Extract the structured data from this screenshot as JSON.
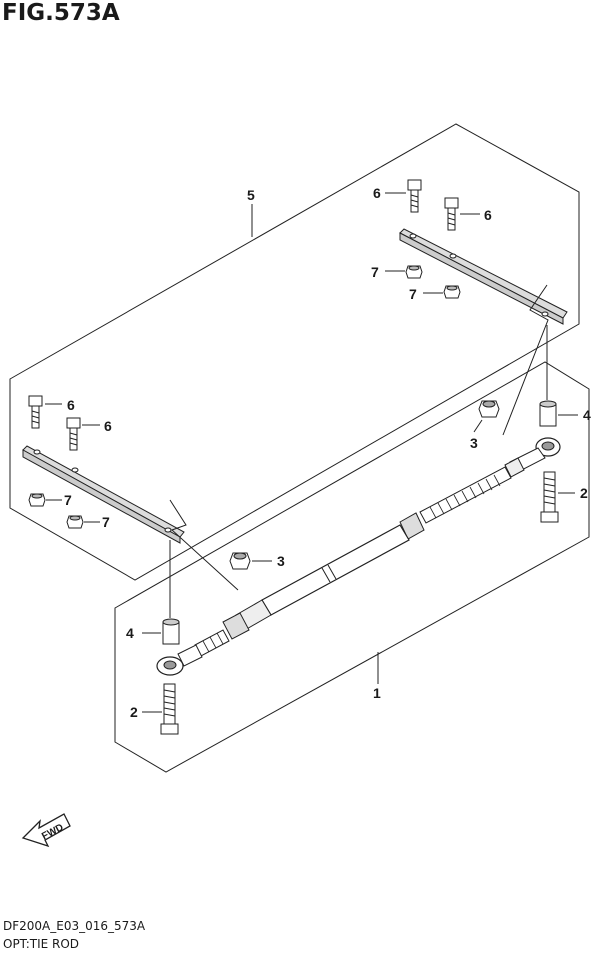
{
  "figure": {
    "title": "FIG.573A",
    "code": "DF200A_E03_016_573A",
    "description": "OPT:TIE ROD"
  },
  "callouts": {
    "c1": "1",
    "c2a": "2",
    "c2b": "2",
    "c3a": "3",
    "c3b": "3",
    "c4a": "4",
    "c4b": "4",
    "c5": "5",
    "c6a": "6",
    "c6b": "6",
    "c6c": "6",
    "c6d": "6",
    "c7a": "7",
    "c7b": "7",
    "c7c": "7",
    "c7d": "7"
  },
  "fwd_label": "FWD",
  "icons": {
    "fwd_arrow": "forward-arrow-icon"
  }
}
